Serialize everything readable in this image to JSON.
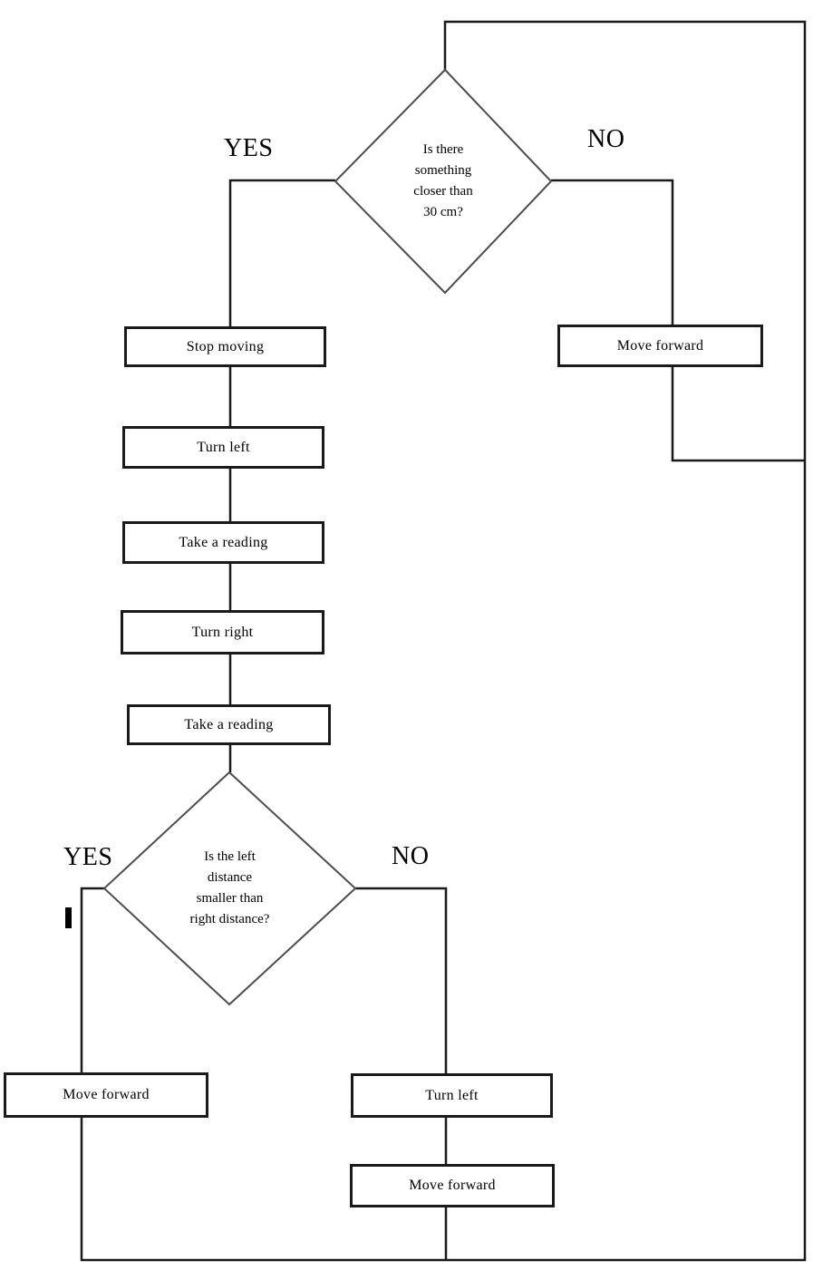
{
  "diagram": {
    "decisions": {
      "d1": "Is there\nsomething\ncloser than\n30 cm?",
      "d2": "Is the left\ndistance\nsmaller than\nright distance?"
    },
    "branch_labels": {
      "d1_yes": "YES",
      "d1_no": "NO",
      "d2_yes": "YES",
      "d2_no": "NO"
    },
    "processes": {
      "stop_moving": "Stop moving",
      "turn_left_1": "Turn left",
      "take_reading_1": "Take a reading",
      "turn_right": "Turn right",
      "take_reading_2": "Take a reading",
      "move_forward_no1": "Move forward",
      "move_forward_yes2": "Move forward",
      "turn_left_2": "Turn left",
      "move_forward_no2": "Move forward"
    },
    "colors": {
      "line": "#1a1a1a",
      "diamond_outline": "#4d4d4d",
      "background": "#ffffff",
      "text": "#000000"
    }
  }
}
